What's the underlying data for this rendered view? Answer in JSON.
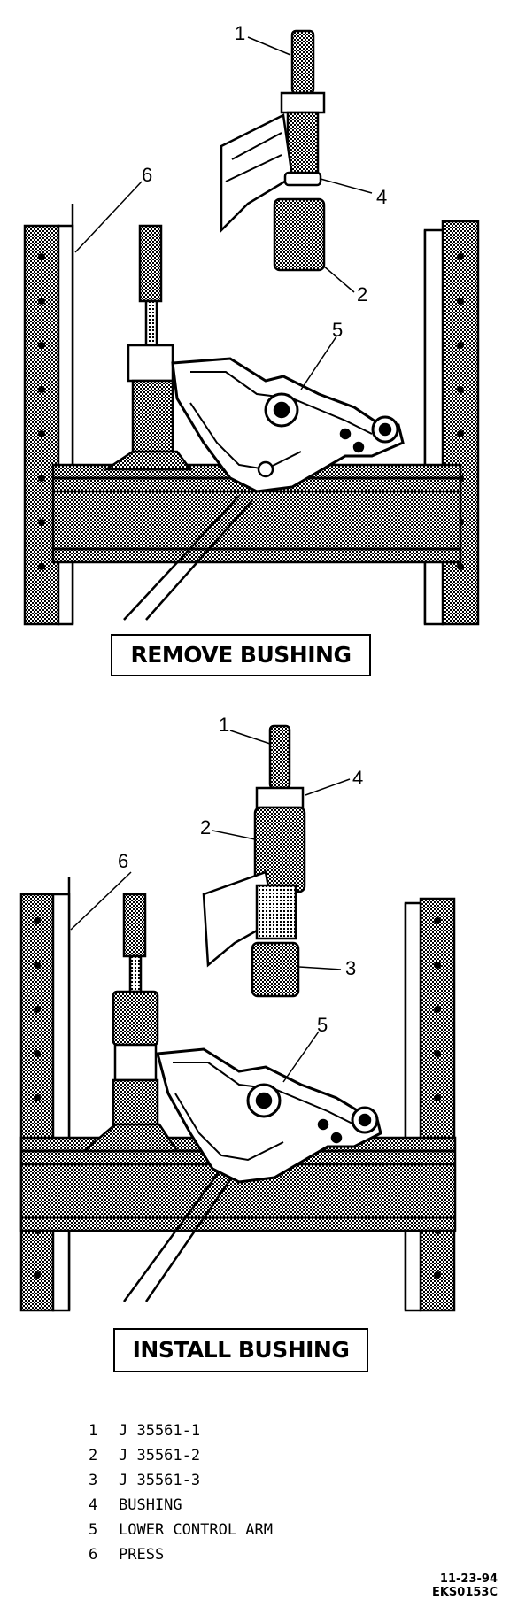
{
  "captions": {
    "remove": "REMOVE BUSHING",
    "install": "INSTALL BUSHING"
  },
  "callouts": {
    "top": [
      "1",
      "6",
      "4",
      "2",
      "5"
    ],
    "bottom": [
      "1",
      "4",
      "2",
      "6",
      "3",
      "5"
    ]
  },
  "legend": [
    {
      "num": "1",
      "text": "J 35561-1"
    },
    {
      "num": "2",
      "text": "J 35561-2"
    },
    {
      "num": "3",
      "text": "J 35561-3"
    },
    {
      "num": "4",
      "text": "BUSHING"
    },
    {
      "num": "5",
      "text": "LOWER CONTROL ARM"
    },
    {
      "num": "6",
      "text": "PRESS"
    }
  ],
  "doc_id": {
    "date": "11-23-94",
    "code": "EKS0153C"
  },
  "colors": {
    "ink": "#000000",
    "paper": "#ffffff"
  }
}
